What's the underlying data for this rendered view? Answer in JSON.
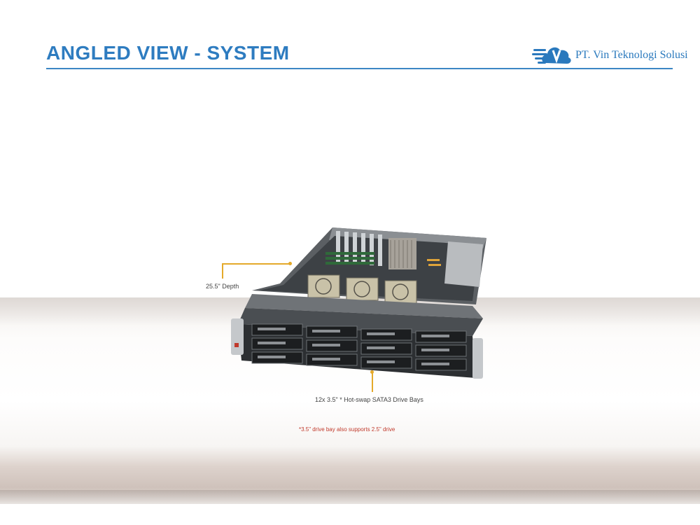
{
  "header": {
    "title": "ANGLED VIEW - SYSTEM",
    "company": "PT. Vin Teknologi Solusi"
  },
  "image": {
    "description_icon": "server-2u-chassis",
    "callouts": {
      "depth": "25.5\" Depth",
      "bays": "12x 3.5\" * Hot-swap SATA3 Drive Bays"
    },
    "note": "*3.5\" drive bay also supports 2.5\" drive"
  },
  "colors": {
    "title_blue": "#2e7cc0",
    "rule_blue": "#3c86c4",
    "callout_orange": "#e4a92a",
    "note_red": "#c0392b"
  }
}
